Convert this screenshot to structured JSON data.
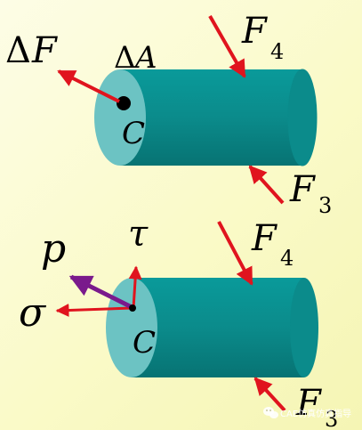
{
  "colors": {
    "background": "#fafad2",
    "cylinder_body": "#0b8b8b",
    "cylinder_face": "#6cc3c3",
    "force_arrow": "#e0141e",
    "resultant_arrow": "#7a1a8c",
    "text": "#000000"
  },
  "top_figure": {
    "delta_symbol": "Δ",
    "force_label": "F",
    "area_letter": "A",
    "point_label": "C",
    "f4": {
      "letter": "F",
      "sub": "4"
    },
    "f3": {
      "letter": "F",
      "sub": "3"
    }
  },
  "bottom_figure": {
    "tau_label": "τ",
    "p_label": "p",
    "sigma_label": "σ",
    "point_label": "C",
    "f4": {
      "letter": "F",
      "sub": "4"
    },
    "f3": {
      "letter": "F",
      "sub": "3"
    }
  },
  "watermark": {
    "icon": "wechat-icon",
    "text": "CAE仿真仿真指导"
  }
}
